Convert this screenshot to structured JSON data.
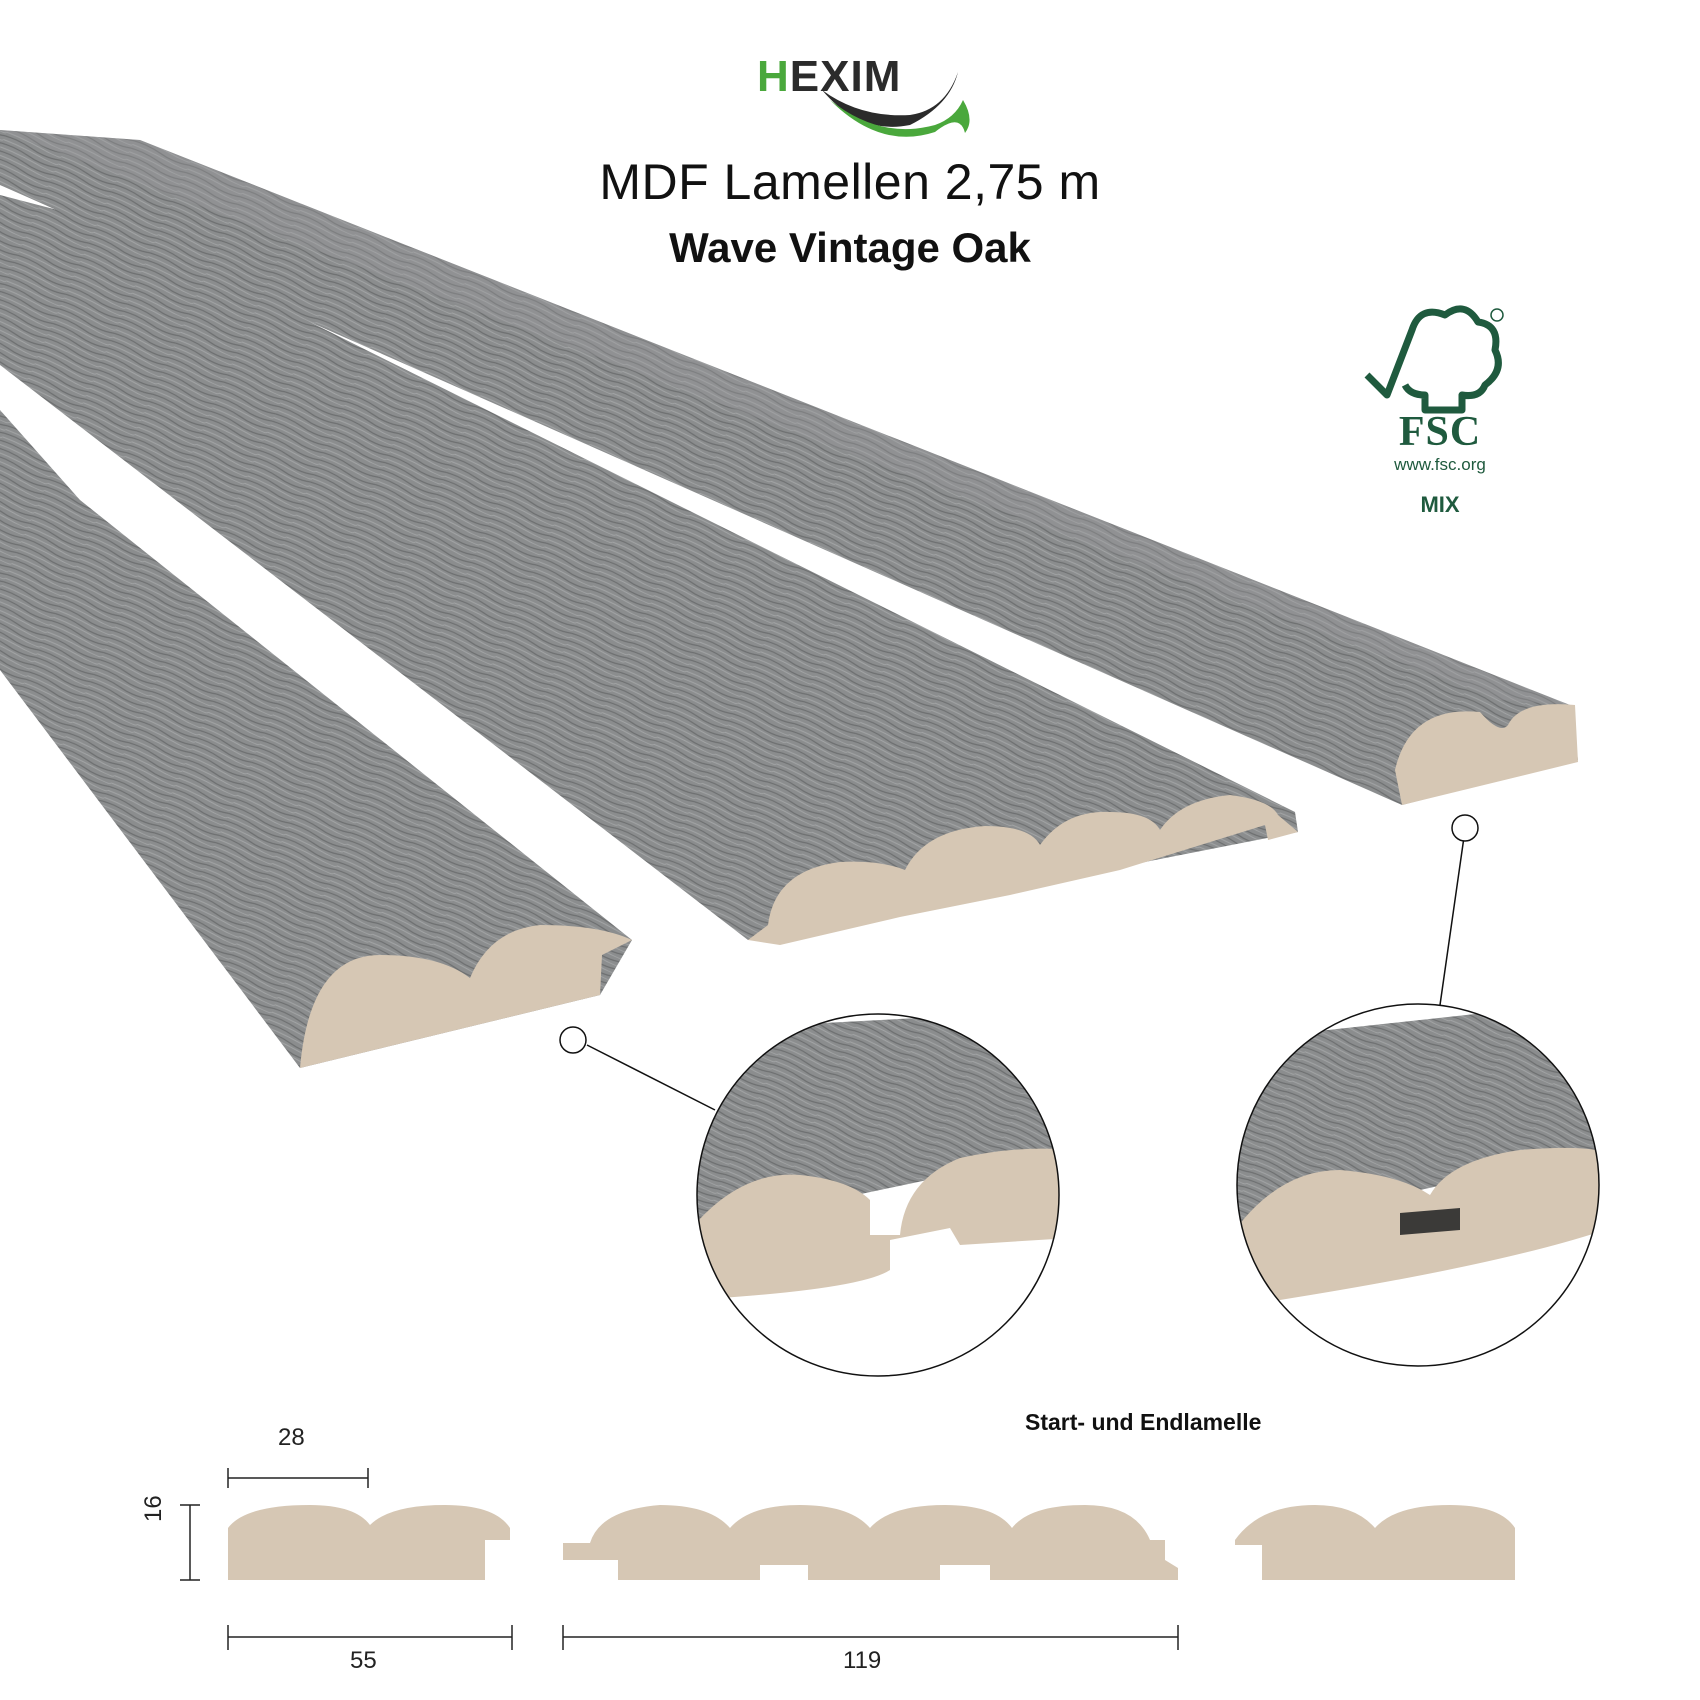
{
  "brand": {
    "logo_text_h": "H",
    "logo_text_rest": "EXIM"
  },
  "title": "MDF Lamellen 2,75 m",
  "subtitle": "Wave Vintage Oak",
  "fsc": {
    "name": "FSC",
    "url": "www.fsc.org",
    "label": "MIX"
  },
  "dimensions": {
    "width_small": "28",
    "height": "16",
    "width_start": "55",
    "width_middle": "119"
  },
  "profile_label": "Start- und Endlamelle",
  "colors": {
    "wood": "#8a8b8c",
    "mdf_core": "#d6c7b4",
    "fsc_green": "#1f5a3e",
    "logo_green": "#4aa83c"
  }
}
